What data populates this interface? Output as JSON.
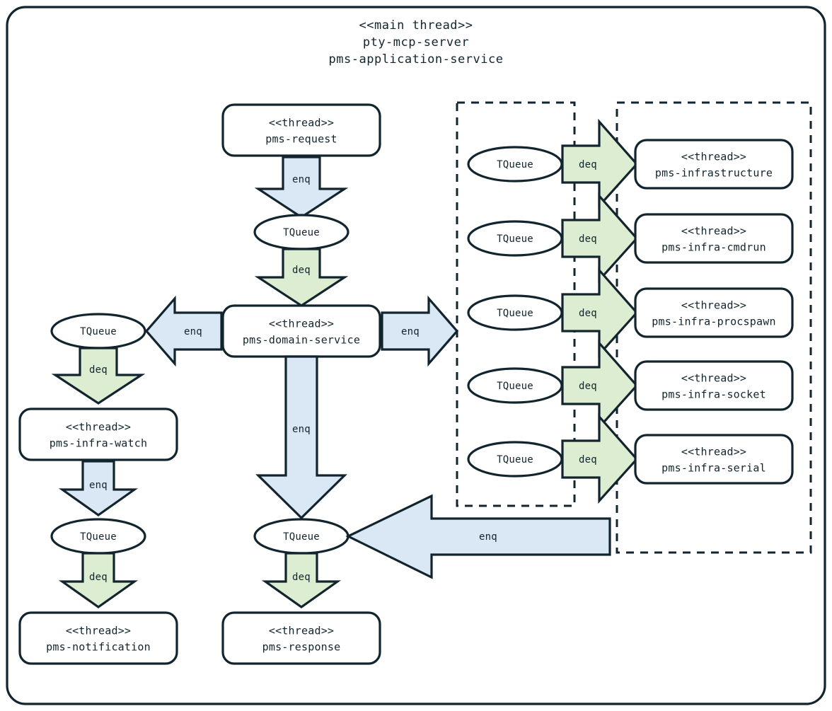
{
  "diagram": {
    "title_lines": [
      "<<main thread>>",
      "pty-mcp-server",
      "pms-application-service"
    ],
    "stereotype": "<<thread>>",
    "queue_label": "TQueue",
    "enq_label": "enq",
    "deq_label": "deq",
    "colors": {
      "stroke": "#12242e",
      "enq_fill": "#dae8f5",
      "deq_fill": "#ddedd2",
      "background": "#ffffff"
    },
    "nodes": {
      "request": {
        "stereotype": "<<thread>>",
        "name": "pms-request"
      },
      "domain": {
        "stereotype": "<<thread>>",
        "name": "pms-domain-service"
      },
      "infra_watch": {
        "stereotype": "<<thread>>",
        "name": "pms-infra-watch"
      },
      "notification": {
        "stereotype": "<<thread>>",
        "name": "pms-notification"
      },
      "response": {
        "stereotype": "<<thread>>",
        "name": "pms-response"
      },
      "infrastructure": {
        "stereotype": "<<thread>>",
        "name": "pms-infrastructure"
      },
      "infra_cmdrun": {
        "stereotype": "<<thread>>",
        "name": "pms-infra-cmdrun"
      },
      "infra_procspawn": {
        "stereotype": "<<thread>>",
        "name": "pms-infra-procspawn"
      },
      "infra_socket": {
        "stereotype": "<<thread>>",
        "name": "pms-infra-socket"
      },
      "infra_serial": {
        "stereotype": "<<thread>>",
        "name": "pms-infra-serial"
      }
    },
    "queues": {
      "request_q": "TQueue",
      "watch_q": "TQueue",
      "notification_q": "TQueue",
      "response_q": "TQueue",
      "infra_q": "TQueue",
      "cmdrun_q": "TQueue",
      "procspawn_q": "TQueue",
      "socket_q": "TQueue",
      "serial_q": "TQueue"
    },
    "arrows": {
      "request_enq": "enq",
      "request_deq": "deq",
      "domain_to_watchq_enq": "enq",
      "watch_deq": "deq",
      "watch_enq": "enq",
      "notification_deq": "deq",
      "domain_to_infra_enq": "enq",
      "domain_to_responseq_enq": "enq",
      "response_deq": "deq",
      "infra_back_enq": "enq",
      "infra_deq": "deq",
      "cmdrun_deq": "deq",
      "procspawn_deq": "deq",
      "socket_deq": "deq",
      "serial_deq": "deq"
    }
  }
}
